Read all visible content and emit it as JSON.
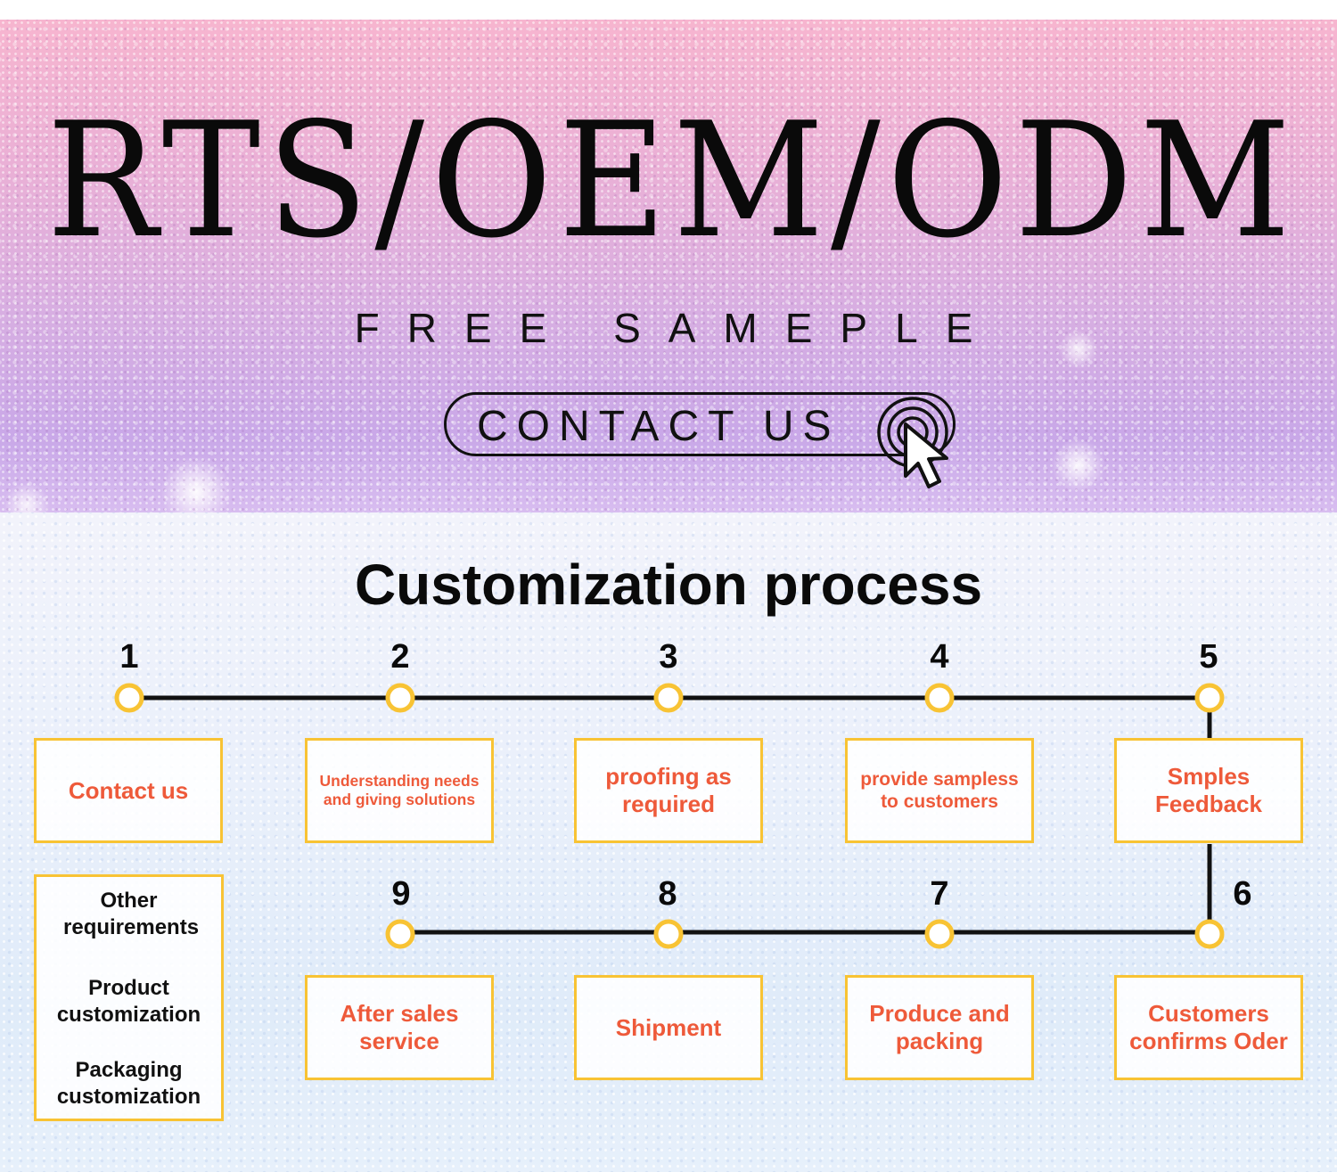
{
  "banner": {
    "title": "RTS/OEM/ODM",
    "subtitle": "FREE SAMEPLE",
    "contact_button": "CONTACT US"
  },
  "process": {
    "title": "Customization process",
    "steps": [
      {
        "number": "1",
        "label": "Contact us"
      },
      {
        "number": "2",
        "label": "Understanding needs and giving solutions"
      },
      {
        "number": "3",
        "label": "proofing as required"
      },
      {
        "number": "4",
        "label": "provide sampless to customers"
      },
      {
        "number": "5",
        "label": "Smples Feedback"
      },
      {
        "number": "6",
        "label": "Customers confirms Oder"
      },
      {
        "number": "7",
        "label": "Produce and packing"
      },
      {
        "number": "8",
        "label": "Shipment"
      },
      {
        "number": "9",
        "label": "After sales service"
      }
    ],
    "other": {
      "items": [
        "Other requirements",
        "Product customization",
        "Packaging customization"
      ]
    }
  },
  "colors": {
    "accent_box_border": "#f8c334",
    "step_text": "#ee5a3a",
    "node_fill": "#f8c334",
    "line": "#111111"
  },
  "icons": {
    "contact_cursor": "pointer-cursor-click-icon"
  }
}
